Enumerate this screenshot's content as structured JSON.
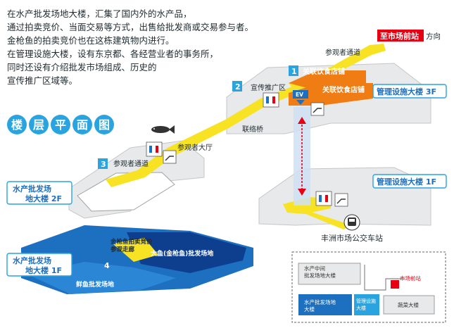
{
  "intro": {
    "lines": [
      "在水产批发场地大楼，汇集了国内外的水产品，",
      "通过拍卖竞价、当面交易等方式，出售给批发商或交易参与者。",
      "金枪鱼的拍卖竞价也在这栋建筑物内进行。",
      "在管理设施大楼，设有东京都、各经营业者的事务所，",
      "同时还设有介绍批发市场组成、历史的",
      "宣传推广区域等。"
    ]
  },
  "heading": "楼层平面图",
  "station": {
    "label": "至市场前站",
    "direction": "方向"
  },
  "labels": {
    "visitor_passage_top": "参观者通道",
    "visitor_passage_left": "参观者通道",
    "connecting_bridge": "联络桥",
    "visitor_hall": "参观者大厅",
    "promo_area": "宣传推广区",
    "restaurant_1": "关联饮食店铺",
    "restaurant_2": "关联饮食店铺",
    "bus_stop": "丰洲市场公交车站",
    "tuna_auction": "金枪鱼拍卖竞价参观走廊",
    "big_fish_area": "大鱼(金枪鱼)批发场地",
    "fresh_fish_area": "鲜鱼批发场地",
    "ev": "EV"
  },
  "numbers": {
    "n1": "1",
    "n2": "2",
    "n3": "3",
    "n4": "4"
  },
  "buildings": {
    "mgmt_3f": "管理设施大楼 3F",
    "mgmt_1f": "管理设施大楼 1F",
    "seafood_2f": "水产批发场地大楼 2F",
    "seafood_1f": "水产批发场地大楼 1F"
  },
  "minimap": {
    "seafood_mid": "水产中间批发场地大楼",
    "station": "市场前站",
    "seafood_building": "水产批发场地大楼",
    "mgmt_building": "管理设施大楼",
    "vegetable_building": "蔬菜大楼"
  },
  "colors": {
    "yellow_path": "#f7e324",
    "blue_label": "#2aa4e0",
    "red_station": "#e60012",
    "orange_restaurant": "#ef7d14",
    "navy_1f": "#0e3f8f",
    "mid_blue_1f": "#1d6fc0",
    "grey_floor": "#e7e8e9"
  }
}
